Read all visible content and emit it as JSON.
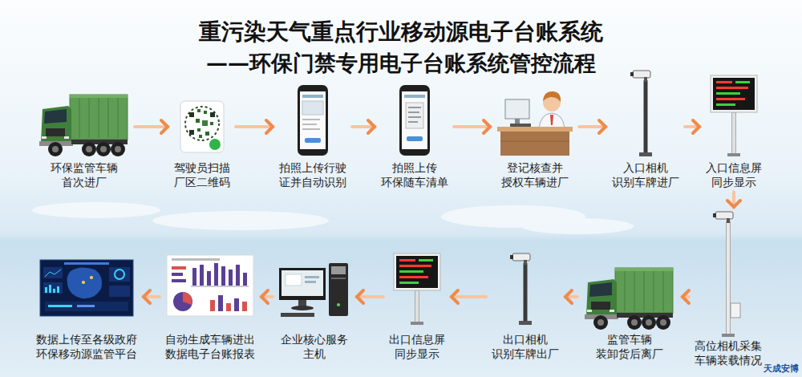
{
  "diagram": {
    "title": "重污染天气重点行业移动源电子台账系统",
    "nodes": [
      {
        "text": [
          "环保监管车辆 首次进厂"
        ]
      },
      {
        "text": [
          "驾驶员扫描 厂区二维码"
        ]
      },
      {
        "text": [
          "拍照上传行驶 证并自动识别"
        ]
      },
      {
        "text": [
          "拍照上传 环保随车清单"
        ]
      },
      {
        "text": [
          "登记核查并 授权车辆进厂"
        ]
      },
      {
        "text": [
          "入口相机 识别车牌进厂"
        ]
      },
      {
        "text": [
          "入口信息屏 同步显示"
        ]
      },
      {
        "text": [
          "高位相机采集 车辆装载情况"
        ]
      },
      {
        "text": [
          "监管车辆 装卸货后离厂"
        ]
      },
      {
        "text": [
          "出口相机 识别车牌出厂"
        ]
      },
      {
        "text": [
          "出口信息屏 同步显示"
        ]
      },
      {
        "text": [
          "企业核心服务 主机"
        ]
      },
      {
        "text": [
          "自动生成车辆进出 数据电子台账报表"
        ]
      },
      {
        "text": [
          "数据上传至各级政府 环保移动源监管平台"
        ]
      }
    ],
    "edges": [
      {
        "from": 0,
        "to": 1,
        "arrow": "to"
      },
      {
        "from": 1,
        "to": 2,
        "arrow": "to"
      },
      {
        "from": 2,
        "to": 3,
        "arrow": "to"
      },
      {
        "from": 3,
        "to": 4,
        "arrow": "to"
      },
      {
        "from": 4,
        "to": 5,
        "arrow": "to"
      },
      {
        "from": 5,
        "to": 6,
        "arrow": "to"
      },
      {
        "from": 6,
        "to": 7,
        "arrow": "to"
      },
      {
        "from": 7,
        "to": 8,
        "arrow": "to"
      },
      {
        "from": 8,
        "to": 9,
        "arrow": "to"
      },
      {
        "from": 9,
        "to": 10,
        "arrow": "to"
      },
      {
        "from": 10,
        "to": 11,
        "arrow": "to"
      },
      {
        "from": 11,
        "to": 12,
        "arrow": "to"
      },
      {
        "from": 12,
        "to": 13,
        "arrow": "to"
      }
    ],
    "labels": [
      "——环保门禁专用电子台账系统管控流程",
      "天成安博"
    ]
  }
}
